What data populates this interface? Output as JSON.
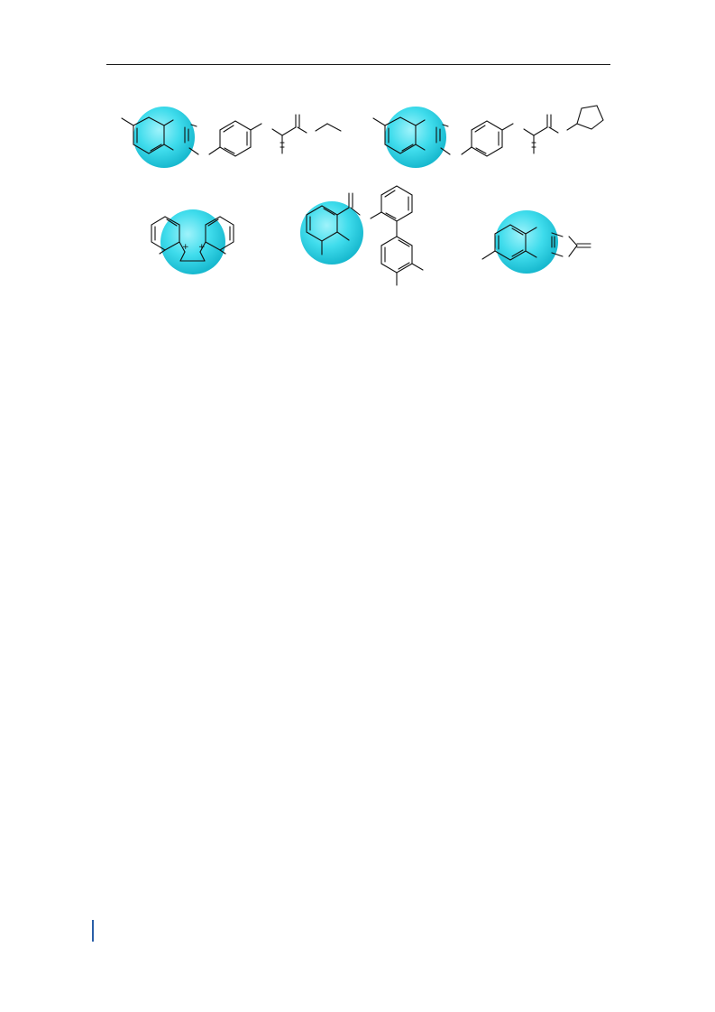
{
  "page": {
    "background": "#ffffff",
    "header_rule_color": "#1a1a1a",
    "footer_bar_color": "#2a5fa8"
  },
  "figure": {
    "highlight_color": "#2fd9ea",
    "bond_color": "#111111",
    "structures": [
      {
        "id": "structure-1",
        "highlight": true
      },
      {
        "id": "structure-2",
        "highlight": true
      },
      {
        "id": "structure-3",
        "highlight": true,
        "charges": [
          "+",
          "+"
        ]
      },
      {
        "id": "structure-4",
        "highlight": true
      },
      {
        "id": "structure-5",
        "highlight": true
      }
    ]
  }
}
